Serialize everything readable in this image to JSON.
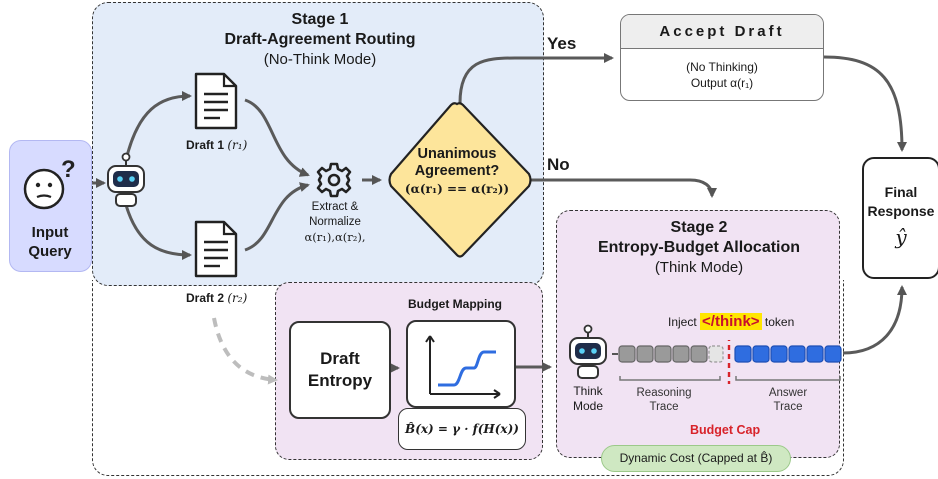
{
  "input": {
    "label_line1": "Input",
    "label_line2": "Query"
  },
  "stage1": {
    "title": "Stage 1",
    "subtitle": "Draft-Agreement Routing",
    "mode": "(No-Think Mode)"
  },
  "drafts": {
    "draft1_label": "Draft 1",
    "draft1_var": "(r₁)",
    "draft2_label": "Draft 2",
    "draft2_var": "(r₂)"
  },
  "extract": {
    "line1": "Extract &",
    "line2": "Normalize",
    "line3": "α(r₁),α(r₂),"
  },
  "decision": {
    "line1": "Unanimous",
    "line2": "Agreement?",
    "line3": "(α(r₁) == α(r₂))",
    "yes_label": "Yes",
    "no_label": "No"
  },
  "accept": {
    "title": "Accept Draft",
    "line1": "(No Thinking)",
    "line2": "Output α(r₁)"
  },
  "final": {
    "line1": "Final",
    "line2": "Response",
    "symbol": "ŷ"
  },
  "entropy": {
    "label_line1": "Draft",
    "label_line2": "Entropy",
    "mapping_title": "Budget Mapping",
    "formula": "B̂(x) = γ · f(H(x))"
  },
  "stage2": {
    "title": "Stage 2",
    "subtitle": "Entropy-Budget Allocation",
    "mode": "(Think Mode)",
    "inject_prefix": "Inject",
    "inject_token": "</think>",
    "inject_suffix": "token",
    "think_mode_line1": "Think",
    "think_mode_line2": "Mode",
    "reasoning_line1": "Reasoning",
    "reasoning_line2": "Trace",
    "answer_line1": "Answer",
    "answer_line2": "Trace",
    "budget_cap": "Budget Cap",
    "dynamic_cost": "Dynamic Cost (Capped at B̂)"
  },
  "colors": {
    "stage1_bg": "#e3ecf9",
    "panel_purple": "#f1e3f3",
    "input_bg": "#d7dbff",
    "decision_fill": "#fde59b",
    "token_highlight": "#ffe600",
    "answer_blue": "#2f6de0",
    "reasoning_gray": "#9a9a9a",
    "budget_red": "#d8232a",
    "pill_green": "#cfe8c2"
  }
}
